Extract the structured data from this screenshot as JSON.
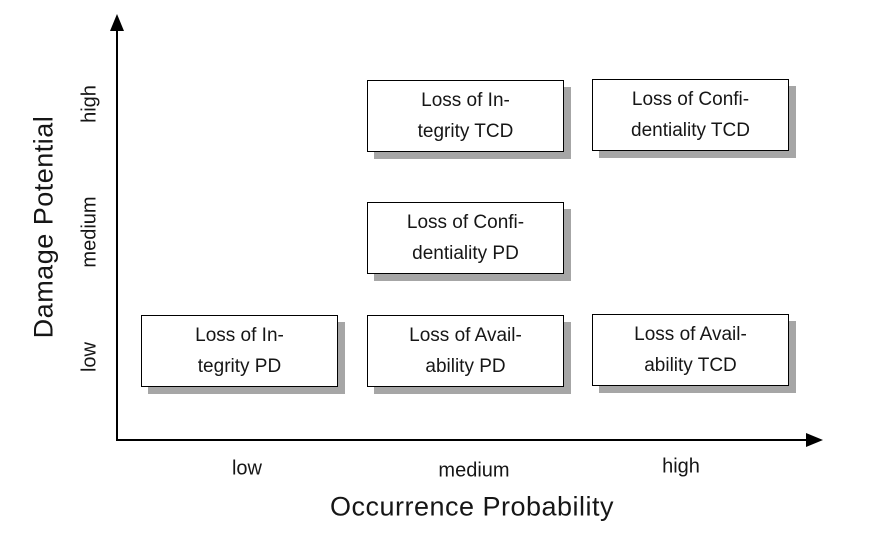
{
  "figure": {
    "colors": {
      "background": "#ffffff",
      "text": "#161616",
      "axis": "#000000",
      "box_border": "#000000",
      "box_fill": "#ffffff",
      "box_shadow": "#a6a6a6"
    },
    "y_axis": {
      "label": "Damage Potential",
      "ticks_top_to_bottom": [
        "high",
        "medium",
        "low"
      ]
    },
    "x_axis": {
      "label": "Occurrence Probability",
      "ticks_left_to_right": [
        "low",
        "medium",
        "high"
      ]
    },
    "boxes": [
      {
        "line1": "Loss of In-",
        "line2": "tegrity TCD",
        "full": "Loss of Integrity TCD",
        "occurrence": "medium",
        "damage": "high"
      },
      {
        "line1": "Loss of Confi-",
        "line2": "dentiality TCD",
        "full": "Loss of Confidentiality TCD",
        "occurrence": "high",
        "damage": "high"
      },
      {
        "line1": "Loss of Confi-",
        "line2": "dentiality PD",
        "full": "Loss of Confidentiality PD",
        "occurrence": "medium",
        "damage": "medium"
      },
      {
        "line1": "Loss of In-",
        "line2": "tegrity PD",
        "full": "Loss of Integrity PD",
        "occurrence": "low",
        "damage": "low"
      },
      {
        "line1": "Loss of Avail-",
        "line2": "ability PD",
        "full": "Loss of Availability PD",
        "occurrence": "medium",
        "damage": "low"
      },
      {
        "line1": "Loss of Avail-",
        "line2": "ability TCD",
        "full": "Loss of Availability TCD",
        "occurrence": "high",
        "damage": "low"
      }
    ]
  },
  "chart_data": {
    "type": "scatter",
    "title": "",
    "xlabel": "Occurrence Probability",
    "ylabel": "Damage Potential",
    "x_ticks": [
      "low",
      "medium",
      "high"
    ],
    "y_ticks": [
      "low",
      "medium",
      "high"
    ],
    "grid": false,
    "legend": false,
    "points": [
      {
        "label": "Loss of Integrity TCD",
        "x": "medium",
        "y": "high"
      },
      {
        "label": "Loss of Confidentiality TCD",
        "x": "high",
        "y": "high"
      },
      {
        "label": "Loss of Confidentiality PD",
        "x": "medium",
        "y": "medium"
      },
      {
        "label": "Loss of Integrity PD",
        "x": "low",
        "y": "low"
      },
      {
        "label": "Loss of Availability PD",
        "x": "medium",
        "y": "low"
      },
      {
        "label": "Loss of Availability TCD",
        "x": "high",
        "y": "low"
      }
    ]
  }
}
